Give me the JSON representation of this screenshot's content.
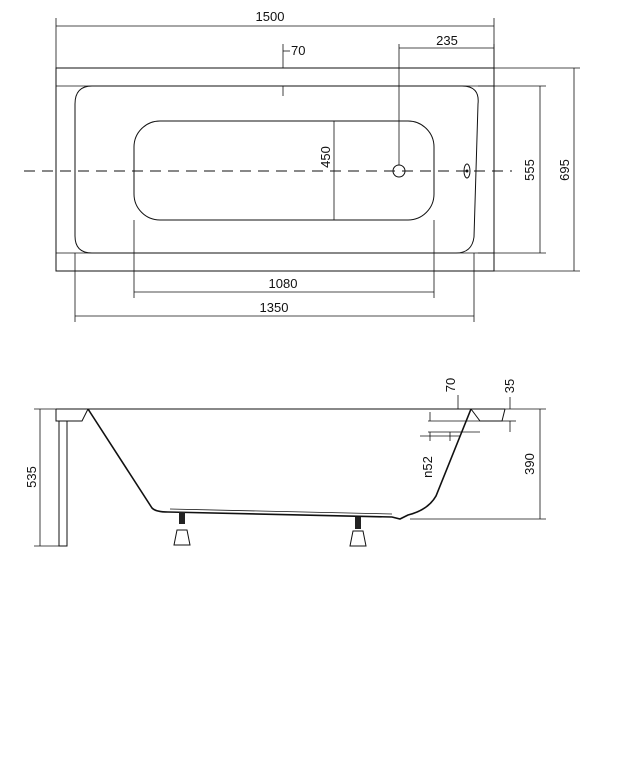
{
  "top_view": {
    "overall_length": "1500",
    "rim_offset": "70",
    "drain_offset": "235",
    "bottom_width": "450",
    "inner_width": "555",
    "overall_width": "695",
    "bottom_length": "1080",
    "inner_length": "1350"
  },
  "side_view": {
    "rim_70": "70",
    "rim_35": "35",
    "overflow": "n52",
    "depth": "390",
    "total_height": "535"
  }
}
